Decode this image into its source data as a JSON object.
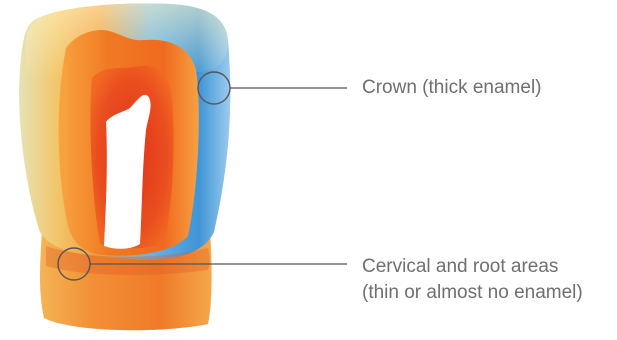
{
  "labels": {
    "crown": "Crown (thick enamel)",
    "cervical_line1": "Cervical and root areas",
    "cervical_line2": "(thin or almost no enamel)"
  },
  "colors": {
    "enamel_blue": "#4a9fdc",
    "enamel_light": "#e8e4b8",
    "dentin_orange": "#f08a2a",
    "pulp_red": "#e8401c",
    "callout_line": "#555555",
    "label_text": "#6f6f6f"
  }
}
